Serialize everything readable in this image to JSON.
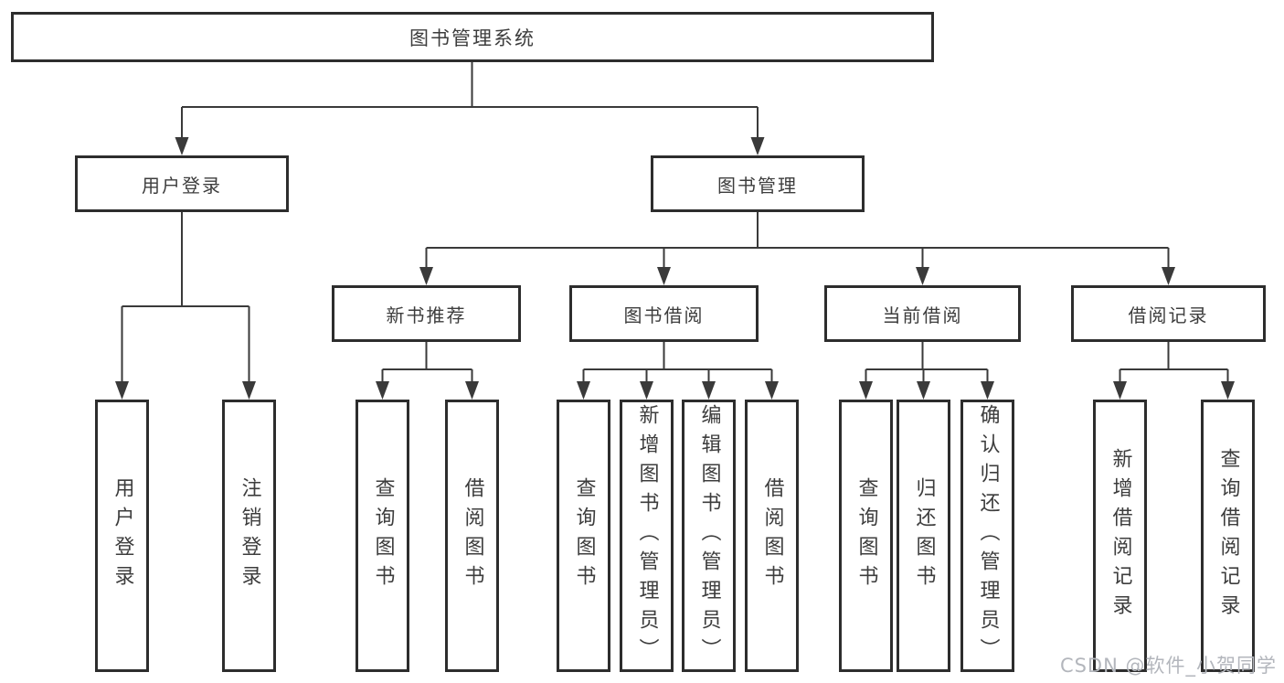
{
  "colors": {
    "line": "#3a3a3a",
    "border": "#2d2d2d",
    "text": "#3d3d3d",
    "background": "#ffffff",
    "watermark": "#b3b6bc"
  },
  "tree": {
    "root": {
      "label": "图书管理系统"
    },
    "branches": [
      {
        "label": "用户登录",
        "children": [
          {
            "label": "用户登录"
          },
          {
            "label": "注销登录"
          }
        ]
      },
      {
        "label": "图书管理",
        "children": [
          {
            "label": "新书推荐",
            "children": [
              {
                "label": "查询图书"
              },
              {
                "label": "借阅图书"
              }
            ]
          },
          {
            "label": "图书借阅",
            "children": [
              {
                "label": "查询图书"
              },
              {
                "label": "新增图书（管理员）"
              },
              {
                "label": "编辑图书（管理员）"
              },
              {
                "label": "借阅图书"
              }
            ]
          },
          {
            "label": "当前借阅",
            "children": [
              {
                "label": "查询图书"
              },
              {
                "label": "归还图书"
              },
              {
                "label": "确认归还（管理员）"
              }
            ]
          },
          {
            "label": "借阅记录",
            "children": [
              {
                "label": "新增借阅记录"
              },
              {
                "label": "查询借阅记录"
              }
            ]
          }
        ]
      }
    ]
  },
  "watermark": {
    "text": "CSDN @软件_小贺同学"
  }
}
